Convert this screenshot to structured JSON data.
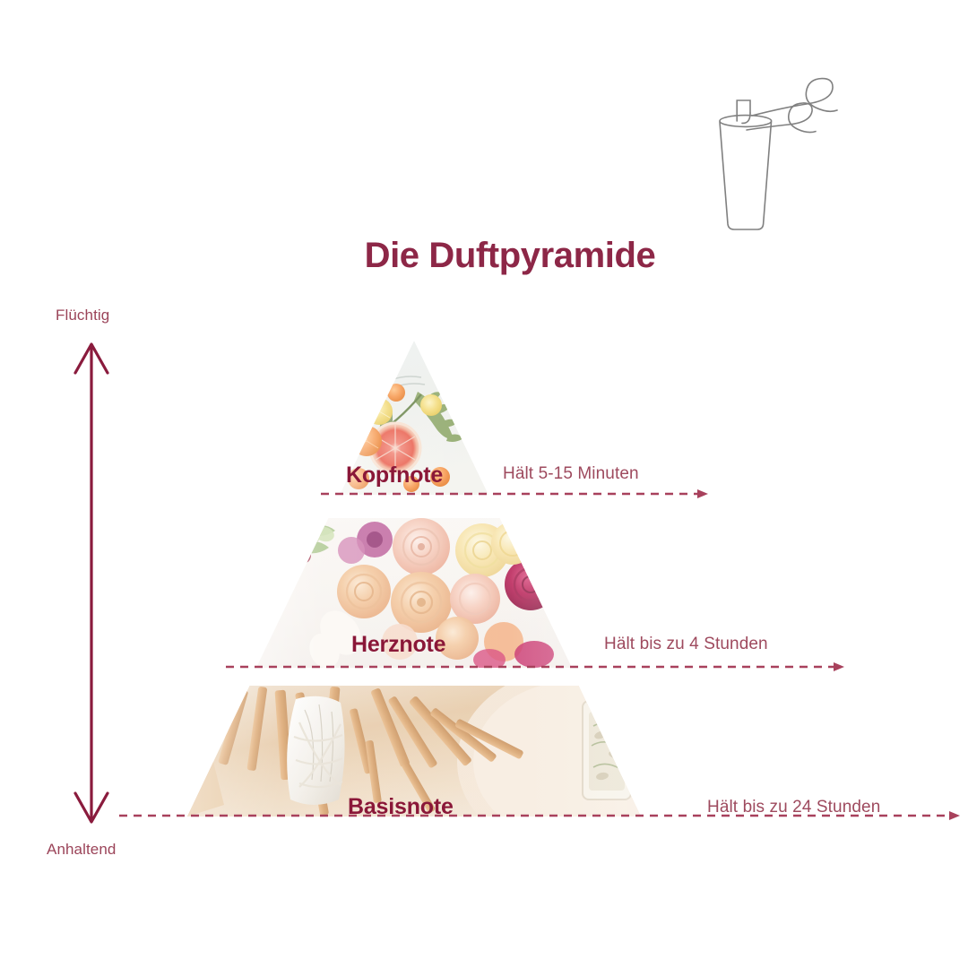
{
  "page": {
    "title": "Die Duftpyramide",
    "background_color": "#ffffff",
    "accent_color": "#8d2747",
    "label_color": "#8a1738",
    "text_color": "#9e4a5e",
    "icon_color": "#808080"
  },
  "icon": {
    "name": "drink-aroma-icon",
    "description": "cup with straw and aroma swirls"
  },
  "axis": {
    "top_label": "Flüchtig",
    "bottom_label": "Anhaltend",
    "arrow": "double-headed-vertical-arrow"
  },
  "chart_data": {
    "type": "pyramid",
    "title": "Die Duftpyramide",
    "axis_top": "Flüchtig",
    "axis_bottom": "Anhaltend",
    "tiers": [
      {
        "id": "kopfnote",
        "label": "Kopfnote",
        "duration": "Hält 5-15 Minuten",
        "position": "top",
        "imagery": "citrus fruits, grapefruit, orange, lemon slices with green herbs on light marble",
        "palette": [
          "#f0f2f2",
          "#f79a52",
          "#e8604f",
          "#8fa867",
          "#f2d06b"
        ]
      },
      {
        "id": "herznote",
        "label": "Herznote",
        "duration": "Hält bis zu 4 Stunden",
        "position": "middle",
        "imagery": "bouquet of roses and ranunculus in blush, peach, cream and magenta",
        "palette": [
          "#f6f2ef",
          "#f3c7b4",
          "#e8a48e",
          "#f6e0a8",
          "#b01f52",
          "#a8bf85"
        ]
      },
      {
        "id": "basisnote",
        "label": "Basisnote",
        "duration": "Hält bis zu 24 Stunden",
        "position": "bottom",
        "imagery": "palo santo wood sticks, white sage bundle and dried herb jar on warm wood",
        "palette": [
          "#f2e5d7",
          "#d9a878",
          "#c98e5d",
          "#ffffff",
          "#efe3d2"
        ]
      }
    ]
  }
}
